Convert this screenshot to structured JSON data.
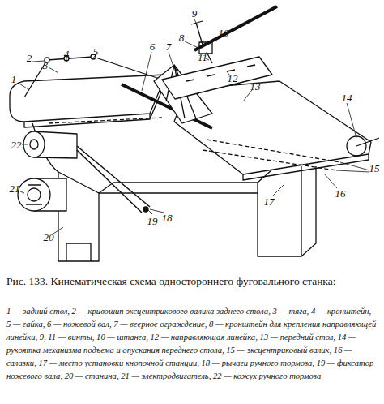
{
  "diagram": {
    "caption": "Рис. 133. Кинематическая схема одностороннего фуговального станка:",
    "labels": [
      "1",
      "2",
      "3",
      "4",
      "5",
      "6",
      "7",
      "8",
      "9",
      "10",
      "11",
      "12",
      "13",
      "14",
      "15",
      "16",
      "17",
      "18",
      "19",
      "20",
      "21",
      "22",
      "1 — задний стол, 2 — кривошип эксцентрикового валика заднего стола, 3 — тяга, 4 — кронштейн, 5 — гайка, 6 — ножевой вал, 7 — веерное ограждение, 8 — кронштейн для крепления направляющей линейки, 9, 11 — винты, 10 — штанга, 12 — направляющая линейка, 13 — передний стол, 14 — рукоятка механизма подъема и опускания переднего стола, 15 — эксцентриковый валик, 16 — салазки, 17 — место установки кнопочной станции, 18 — рычаги ручного тормоза, 19 — фиксатор ножевого вала, 20 — станина, 21 — электродвигатель, 22 — кожух ручного тормоза"
    ]
  }
}
